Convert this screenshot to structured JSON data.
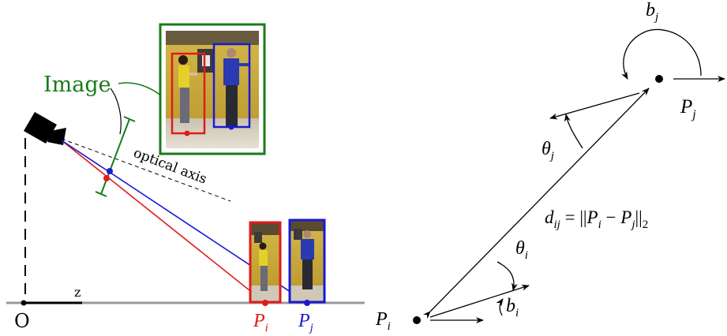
{
  "left_panel": {
    "image_label": "Image",
    "optical_axis_label": "optical axis",
    "origin_label": "O",
    "z_label": "z",
    "pi_label": {
      "base": "P",
      "sub": "i"
    },
    "pj_label": {
      "base": "P",
      "sub": "j"
    }
  },
  "right_panel": {
    "bj_label": {
      "base": "b",
      "sub": "j"
    },
    "pj_label": {
      "base": "P",
      "sub": "j"
    },
    "theta_j_label": {
      "base": "θ",
      "sub": "j"
    },
    "theta_i_label": {
      "base": "θ",
      "sub": "i"
    },
    "bi_label": {
      "base": "b",
      "sub": "i"
    },
    "pi_label": {
      "base": "P",
      "sub": "i"
    },
    "distance_formula": {
      "d": "d",
      "d_sub": "ij",
      "eq": " = ||",
      "p1": "P",
      "p1_sub": "i",
      "minus": " − ",
      "p2": "P",
      "p2_sub": "j",
      "close": "||",
      "norm_sub": "2"
    }
  },
  "colors": {
    "green": "#1a7a1a",
    "red": "#e01b1b",
    "blue": "#1a1ad0",
    "ground": "#9a9a9a",
    "photo_yellow": "#c8a93a"
  }
}
